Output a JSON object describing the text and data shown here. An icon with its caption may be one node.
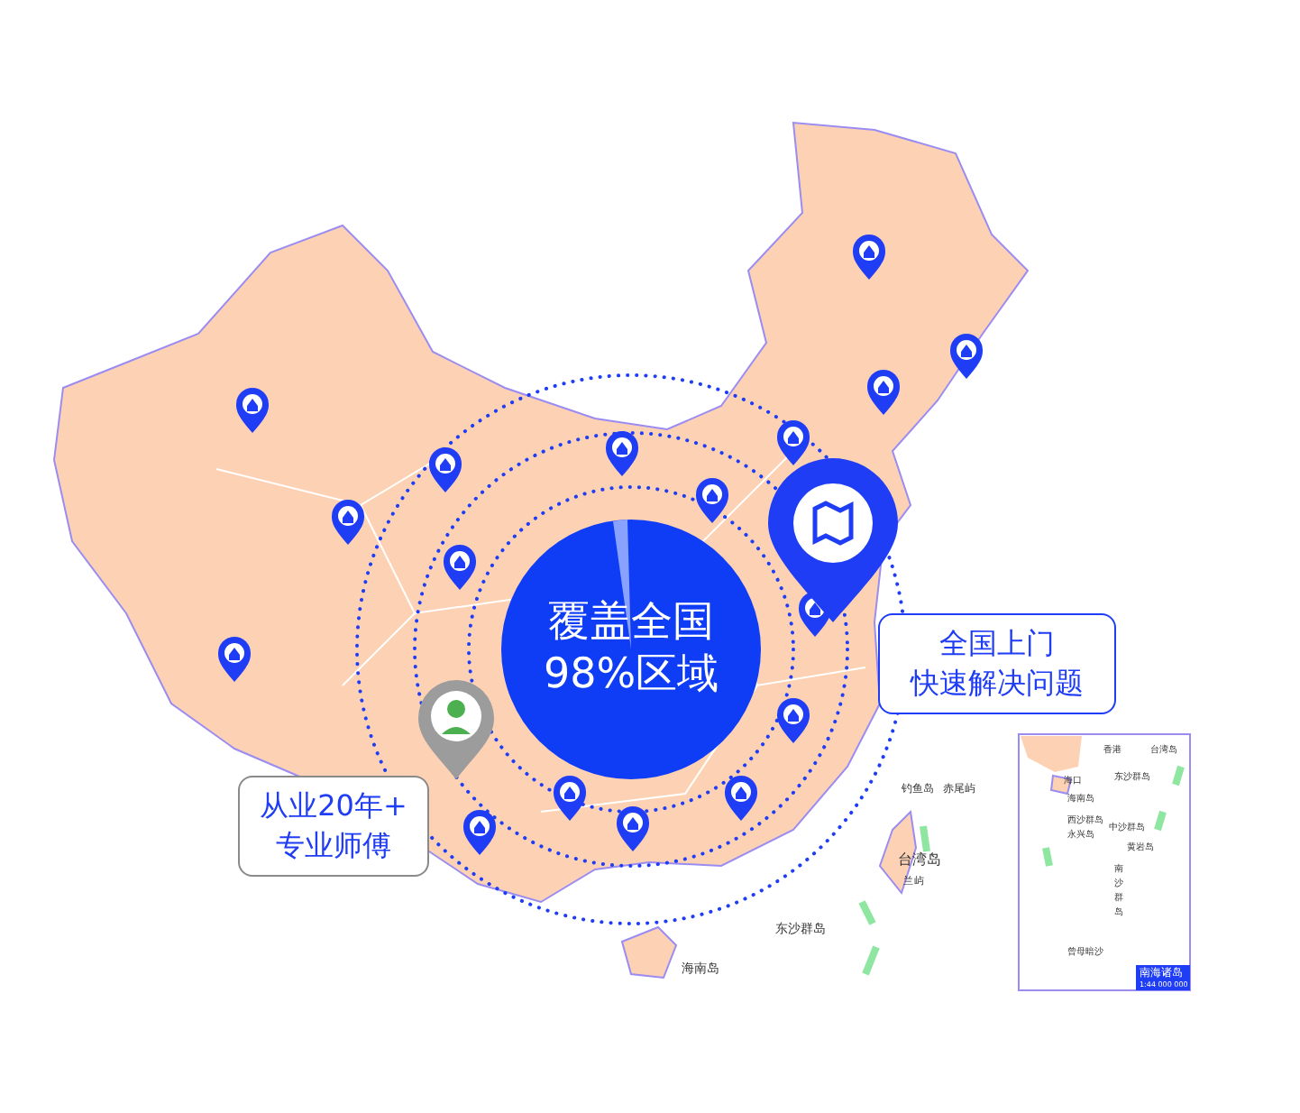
{
  "diagram": {
    "nodes": [
      {
        "text": [
          "覆盖全国",
          "98%区域"
        ]
      },
      {
        "text": [
          "全国上门",
          "快速解决问题"
        ]
      },
      {
        "text": [
          "从业20年+",
          "专业师傅"
        ]
      }
    ],
    "labels": [
      "钓鱼岛",
      "赤尾屿",
      "台湾岛",
      "兰屿",
      "东沙群岛",
      "海南岛",
      "香港",
      "台湾岛",
      "东沙群岛",
      "海口",
      "海南岛",
      "西沙群岛",
      "永兴岛",
      "中沙群岛",
      "黄岩岛",
      "南沙群岛",
      "曾母暗沙",
      "南海诸岛",
      "1:44 000 000"
    ]
  }
}
